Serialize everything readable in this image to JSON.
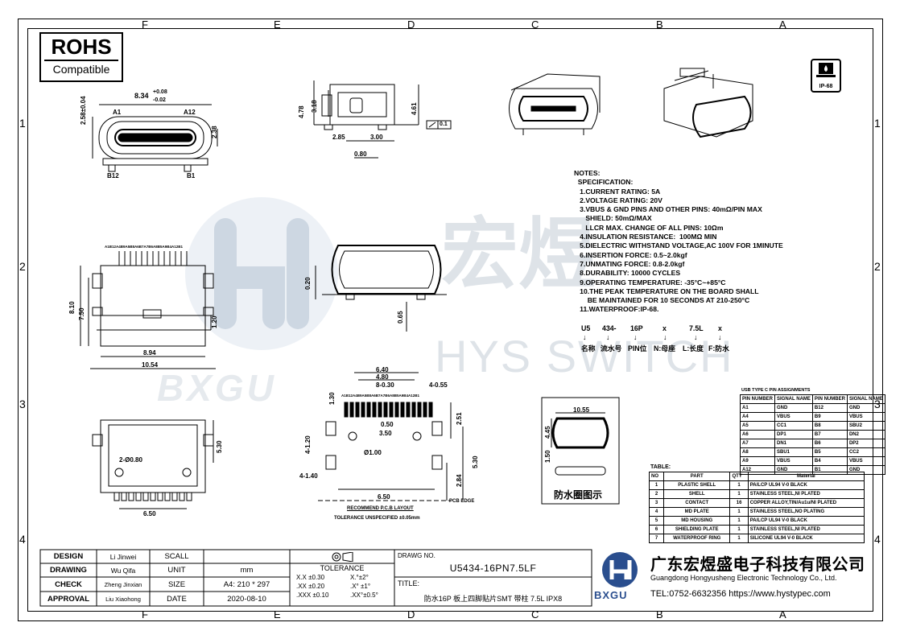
{
  "zones": {
    "top": [
      "F",
      "E",
      "D",
      "C",
      "B",
      "A"
    ],
    "bottom": [
      "F",
      "E",
      "D",
      "C",
      "B",
      "A"
    ],
    "left": [
      "1",
      "2",
      "3",
      "4"
    ],
    "right": [
      "1",
      "2",
      "3",
      "4"
    ]
  },
  "rohs": {
    "title": "ROHS",
    "subtitle": "Compatible"
  },
  "watermark": {
    "cn": "宏煜",
    "en": "HYS SWITCH",
    "logo": "BXGU"
  },
  "notes": {
    "heading": "NOTES:",
    "lines": [
      "  SPECIFICATION:",
      "   1.CURRENT RATING: 5A",
      "   2.VOLTAGE RATING: 20V",
      "   3.VBUS & GND PINS AND OTHER PINS: 40mΩ/PIN MAX",
      "      SHIELD: 50mΩ/MAX",
      "      LLCR MAX. CHANGE OF ALL PINS: 10Ωm",
      "   4.INSULATION RESISTANCE:  100MΩ MIN",
      "   5.DIELECTRIC WITHSTAND VOLTAGE,AC 100V FOR 1MINUTE",
      "   6.INSERTION FORCE: 0.5~2.0kgf",
      "   7.UNMATING FORCE: 0.8-2.0kgf",
      "   8.DURABILITY: 10000 CYCLES",
      "   9.OPERATING TEMPERATURE: -35°C~+85°C",
      "   10.THE PEAK TEMPERATURE ON THE BOARD SHALL",
      "       BE MAINTAINED FOR 10 SECONDS AT 210-250°C",
      "   11.WATERPROOF:IP-68."
    ]
  },
  "part_number_breakdown": {
    "codes": [
      "U5",
      "434-",
      "16P",
      "x",
      "7.5L",
      "x"
    ],
    "meanings": [
      "名称",
      "流水号",
      "PIN位",
      "N:母座",
      "L:长度",
      "F:防水"
    ]
  },
  "pin_table": {
    "title": "USB TYPE C PIN ASSIGNMENTS",
    "headers": [
      "PIN NUMBER",
      "SIGNAL NAME",
      "PIN NUMBER",
      "SIGNAL NAME"
    ],
    "rows": [
      [
        "A1",
        "GND",
        "B12",
        "GND"
      ],
      [
        "A4",
        "VBUS",
        "B9",
        "VBUS"
      ],
      [
        "A5",
        "CC1",
        "B8",
        "SBU2"
      ],
      [
        "A6",
        "DP1",
        "B7",
        "DN2"
      ],
      [
        "A7",
        "DN1",
        "B6",
        "DP2"
      ],
      [
        "A8",
        "SBU1",
        "B5",
        "CC2"
      ],
      [
        "A9",
        "VBUS",
        "B4",
        "VBUS"
      ],
      [
        "A12",
        "GND",
        "B1",
        "GND"
      ]
    ]
  },
  "material_table": {
    "label": "TABLE:",
    "headers": [
      "NO",
      "PART",
      "QTY",
      "Material"
    ],
    "rows": [
      [
        "1",
        "PLASTIC SHELL",
        "1",
        "PA/LCP UL94 V-0 BLACK"
      ],
      [
        "2",
        "SHELL",
        "1",
        "STAINLESS STEEL,NI PLATED"
      ],
      [
        "3",
        "CONTACT",
        "16",
        "COPPER ALLOY,TIN/Au1u/NI PLATED"
      ],
      [
        "4",
        "MD PLATE",
        "1",
        "STAINLESS STEEL,NO PLATING"
      ],
      [
        "5",
        "MD HOUSING",
        "1",
        "PA/LCP UL94 V-0 BLACK"
      ],
      [
        "6",
        "SHIELDING PLATE",
        "1",
        "STAINLESS STEEL,NI PLATED"
      ],
      [
        "7",
        "WATERPROOF RING",
        "1",
        "SILICONE UL94 V-0 BLACK"
      ]
    ]
  },
  "dims": {
    "top_w": "8.34",
    "top_tol_plus": "+0.08",
    "top_tol_minus": "-0.02",
    "top_h": "2.58±0.04",
    "top_side": "2.38",
    "a1": "A1",
    "a12": "A12",
    "b12": "B12",
    "b1": "B1",
    "side_478": "4.78",
    "side_318": "3.18",
    "side_461": "4.61",
    "side_285": "2.85",
    "side_300": "3.00",
    "side_080": "0.80",
    "flat": "0.1",
    "front_pins": "A1B12A4B9A5B8A6B7A7B6A8B5A9B4A12B1",
    "front_810": "8.10",
    "front_750": "7.50",
    "front_120": "1.20",
    "front_894": "8.94",
    "front_1054": "10.54",
    "ring_020": "0.20",
    "ring_065": "0.65",
    "bot_530": "5.30",
    "bot_hole": "2-Ø0.80",
    "bot_650": "6.50",
    "pcb_640": "6.40",
    "pcb_480": "4.80",
    "pcb_830": "8-0.30",
    "pcb_4055": "4-0.55",
    "pcb_130": "1.30",
    "pcb_251": "2.51",
    "pcb_050": "0.50",
    "pcb_350": "3.50",
    "pcb_4120": "4-1.20",
    "pcb_hole": "Ø1.00",
    "pcb_530": "5.30",
    "pcb_4140": "4-1.40",
    "pcb_284": "2.84",
    "pcb_650": "6.50",
    "pcb_edge": "PCB EDGE",
    "pcb_layout": "RECOMMEND P.C.B LAYOUT",
    "tol_note": "TOLERANCE UNSPECIFIED ±0.05mm",
    "wp_1055": "10.55",
    "wp_445": "4.45",
    "wp_150": "1.50",
    "wp_label": "防水圈图示",
    "ip_mark": "IP-68"
  },
  "title_block": {
    "design_label": "DESIGN",
    "design_name": "Li Jinwei",
    "drawing_label": "DRAWING",
    "drawing_name": "Wu Qifa",
    "check_label": "CHECK",
    "check_name": "Zheng Jinxian",
    "approval_label": "APPROVAL",
    "approval_name": "Liu Xiaohong",
    "scale_label": "SCALL",
    "scale_value": "",
    "unit_label": "UNIT",
    "unit_value": "mm",
    "size_label": "SIZE",
    "size_value": "A4: 210 * 297",
    "date_label": "DATE",
    "date_value": "2020-08-10",
    "tolerance_label": "TOLERANCE",
    "tol_rows": [
      [
        "X.X  ±0.30",
        "X.°±2°"
      ],
      [
        ".XX  ±0.20",
        ".X° ±1°"
      ],
      [
        ".XXX  ±0.10",
        ".XX°±0.5°"
      ]
    ],
    "drawing_no_label": "DRAWG NO.",
    "drawing_no": "U5434-16PN7.5LF",
    "title_label": "TITLE:",
    "title": "防水16P 板上四脚贴片SMT 带柱 7.5L IPX8",
    "company_cn": "广东宏煜盛电子科技有限公司",
    "company_en": "Guangdong Hongyusheng Electronic Technology Co., Ltd.",
    "contact": "TEL:0752-6632356  https://www.hystypec.com",
    "logo_text": "BXGU"
  }
}
